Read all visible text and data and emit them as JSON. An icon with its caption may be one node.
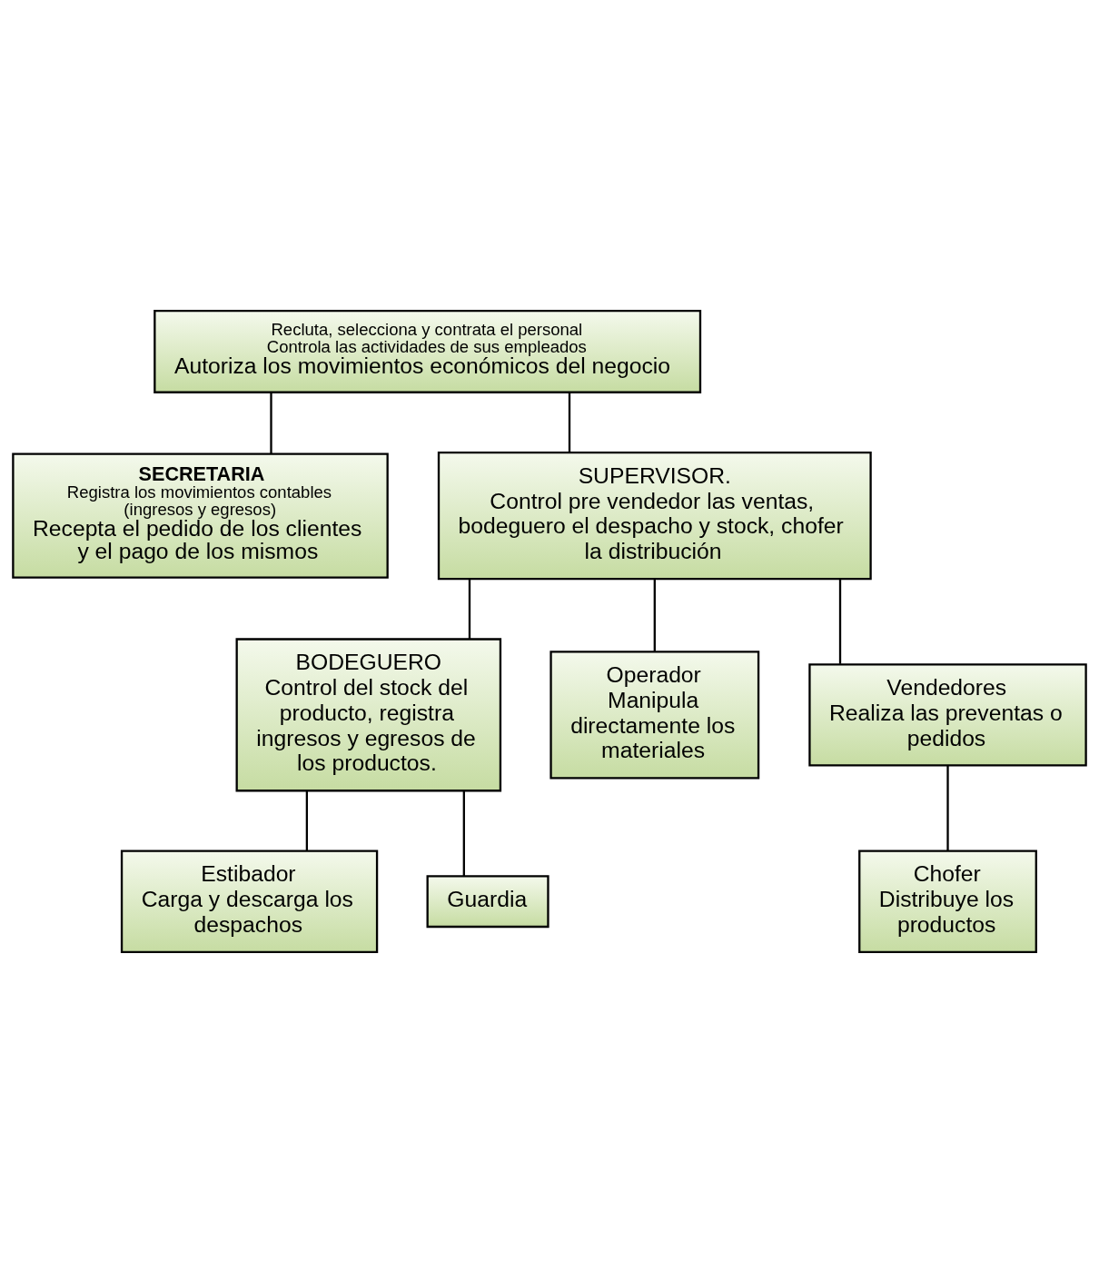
{
  "diagram": {
    "nodes": [
      {
        "text": [
          "Recluta, selecciona y contrata el personal",
          "Controla las actividades de sus empleados",
          "Autoriza los movimientos económicos del negocio"
        ]
      },
      {
        "text": [
          "SECRETARIA",
          "Registra los movimientos contables (ingresos y egresos)",
          "Recepta el pedido de los clientes y el pago de los mismos"
        ]
      },
      {
        "text": [
          "SUPERVISOR.",
          "Control pre vendedor las ventas, bodeguero el despacho y stock, chofer la distribución"
        ]
      },
      {
        "text": [
          "BODEGUERO",
          "Control del stock del producto, registra ingresos y egresos de los productos."
        ]
      },
      {
        "text": [
          "Operador",
          "Manipula directamente los materiales"
        ]
      },
      {
        "text": [
          "Vendedores",
          "Realiza las preventas o pedidos"
        ]
      },
      {
        "text": [
          "Chofer",
          "Distribuye los productos"
        ]
      },
      {
        "text": [
          "Estibador",
          "Carga y descarga los despachos"
        ]
      },
      {
        "text": [
          "Guardia"
        ]
      }
    ],
    "edges": [
      {
        "from": 0,
        "to": 2,
        "arrow": "none"
      },
      {
        "from": 0,
        "to": 1,
        "arrow": "none"
      },
      {
        "from": 2,
        "to": 3,
        "arrow": "none"
      },
      {
        "from": 2,
        "to": 4,
        "arrow": "none"
      },
      {
        "from": 2,
        "to": 5,
        "arrow": "none"
      },
      {
        "from": 3,
        "to": 7,
        "arrow": "none"
      },
      {
        "from": 3,
        "to": 8,
        "arrow": "none"
      },
      {
        "from": 5,
        "to": 6,
        "arrow": "none"
      }
    ]
  }
}
